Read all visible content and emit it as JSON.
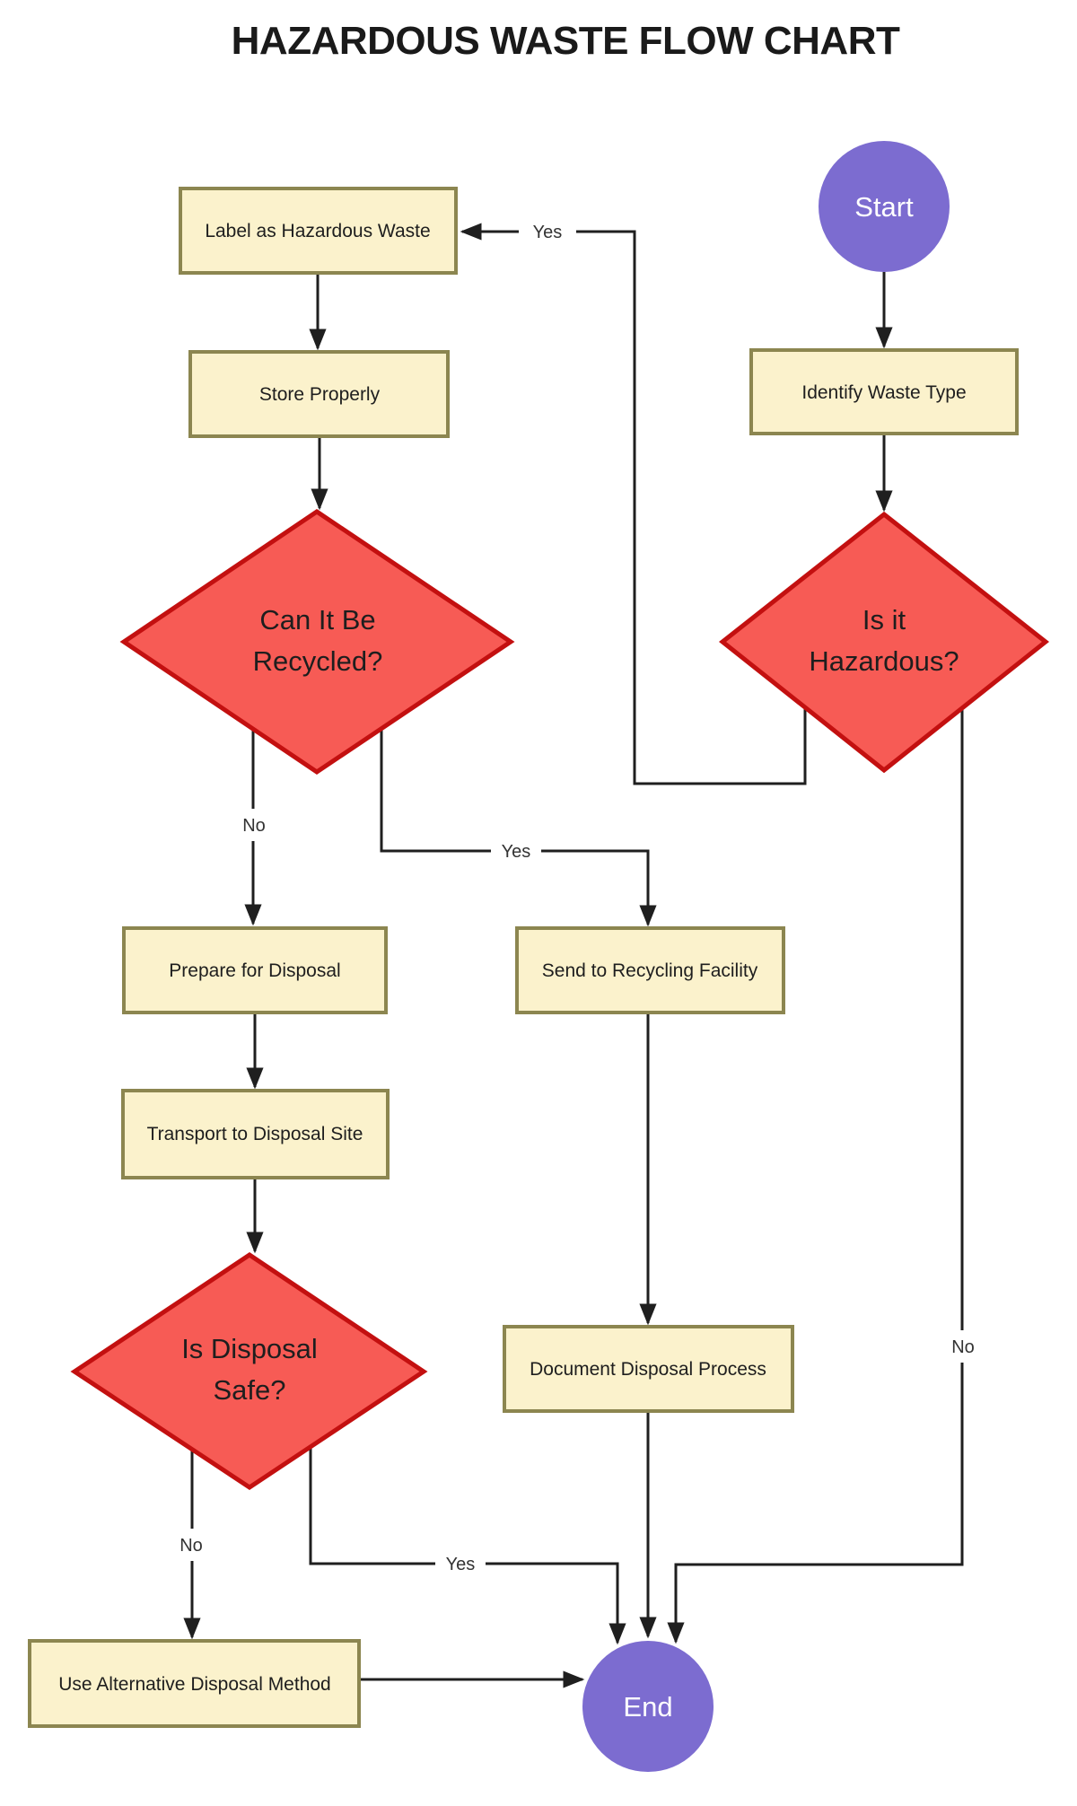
{
  "title": "HAZARDOUS WASTE FLOW CHART",
  "colors": {
    "background": "#FFFFFF",
    "terminal_fill": "#7C6CD0",
    "terminal_text": "#FFFFFF",
    "process_fill": "#FBF2CC",
    "process_border": "#8C8650",
    "decision_fill": "#F75B55",
    "decision_border": "#C31010",
    "connector": "#1F1F1F",
    "text": "#1E1E1E",
    "edge_label_text": "#333333"
  },
  "nodes": {
    "start": {
      "type": "terminal",
      "label": "Start"
    },
    "identify_waste_type": {
      "type": "process",
      "label": "Identify Waste Type"
    },
    "is_it_hazardous": {
      "type": "decision",
      "label_line1": "Is it",
      "label_line2": "Hazardous?"
    },
    "label_as_hazardous_waste": {
      "type": "process",
      "label": "Label as Hazardous Waste"
    },
    "store_properly": {
      "type": "process",
      "label": "Store Properly"
    },
    "can_it_be_recycled": {
      "type": "decision",
      "label_line1": "Can It Be",
      "label_line2": "Recycled?"
    },
    "prepare_for_disposal": {
      "type": "process",
      "label": "Prepare for Disposal"
    },
    "send_to_recycling_facility": {
      "type": "process",
      "label": "Send to Recycling Facility"
    },
    "transport_to_disposal_site": {
      "type": "process",
      "label": "Transport to Disposal Site"
    },
    "is_disposal_safe": {
      "type": "decision",
      "label_line1": "Is Disposal",
      "label_line2": "Safe?"
    },
    "document_disposal_process": {
      "type": "process",
      "label": "Document Disposal Process"
    },
    "use_alternative_disposal_method": {
      "type": "process",
      "label": "Use Alternative Disposal Method"
    },
    "end": {
      "type": "terminal",
      "label": "End"
    }
  },
  "edge_labels": {
    "hazardous_yes": "Yes",
    "hazardous_no": "No",
    "recycled_yes": "Yes",
    "recycled_no": "No",
    "disposal_safe_yes": "Yes",
    "disposal_safe_no": "No"
  }
}
